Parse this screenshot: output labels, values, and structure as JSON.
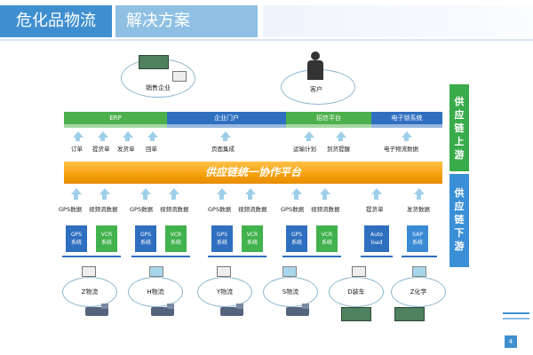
{
  "header": {
    "title": "危化品物流",
    "subtitle": "解决方案"
  },
  "top_nodes": {
    "sales": "销售企业",
    "customer": "客户"
  },
  "systems": [
    {
      "label": "ERP",
      "color": "#4cb04c"
    },
    {
      "label": "企业门户",
      "color": "#2f6fc0"
    },
    {
      "label": "招信平台",
      "color": "#4cb04c"
    },
    {
      "label": "电子锁系统",
      "color": "#2f6fc0"
    }
  ],
  "upper_labels": [
    "订单",
    "提货单",
    "发货单",
    "回单",
    "页面集成",
    "运输计划",
    "到货提醒",
    "电子物流数据"
  ],
  "platform": "供应链统一协作平台",
  "side": {
    "upstream": [
      "供",
      "应",
      "链",
      "上",
      "游"
    ],
    "downstream": [
      "供",
      "应",
      "链",
      "下",
      "游"
    ]
  },
  "lower_labels": [
    [
      "GPS数据",
      "视频流数据"
    ],
    [
      "GPS数据",
      "视频流数据"
    ],
    [
      "GPS数据",
      "视频流数据"
    ],
    [
      "GPS数据",
      "视频流数据"
    ],
    [
      "提货单"
    ],
    [
      "发货数据"
    ]
  ],
  "boxes": [
    {
      "l1": "GPS",
      "l2": "系统"
    },
    {
      "l1": "VCR",
      "l2": "系统"
    },
    {
      "l1": "GPS",
      "l2": "系统"
    },
    {
      "l1": "VCR",
      "l2": "系统"
    },
    {
      "l1": "GPS",
      "l2": "系统"
    },
    {
      "l1": "VCR",
      "l2": "系统"
    },
    {
      "l1": "GPS",
      "l2": "系统"
    },
    {
      "l1": "VCR",
      "l2": "系统"
    },
    {
      "l1": "Auto",
      "l2": "load"
    },
    {
      "l1": "SAP",
      "l2": "系统"
    }
  ],
  "carriers": [
    "Z物流",
    "H物流",
    "Y物流",
    "S物流",
    "D装车",
    "Z化学"
  ],
  "page_number": "4",
  "colors": {
    "green": "#4cb04c",
    "blue": "#2f6fc0",
    "orange": "#f59f0b",
    "arrow": "#9fcfe8"
  }
}
